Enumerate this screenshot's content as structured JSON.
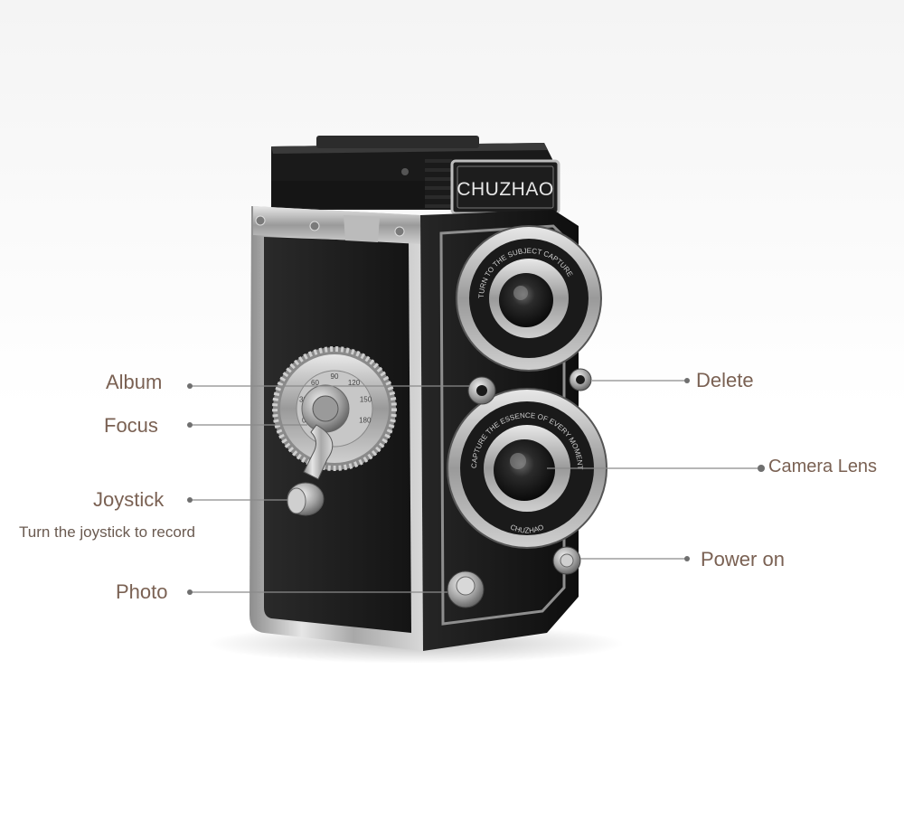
{
  "brand": "CHUZHAO",
  "labels": {
    "album": "Album",
    "focus": "Focus",
    "joystick": "Joystick",
    "joystick_note": "Turn the joystick to record",
    "photo": "Photo",
    "delete": "Delete",
    "camera_lens": "Camera Lens",
    "power_on": "Power on"
  },
  "lens_rings": {
    "upper": "TURN TO THE SUBJECT CAPTURE",
    "lower": "CAPTURE THE ESSENCE OF EVERY MOMENT",
    "maker": "CHUZHAO"
  },
  "dial_numbers": [
    "0",
    "30",
    "60",
    "90",
    "120",
    "150",
    "180"
  ],
  "colors": {
    "label_text": "#7a6153",
    "leader_line": "#8a8a8a",
    "body_leather": "#1c1c1c",
    "chrome": "#bdbdbd"
  }
}
